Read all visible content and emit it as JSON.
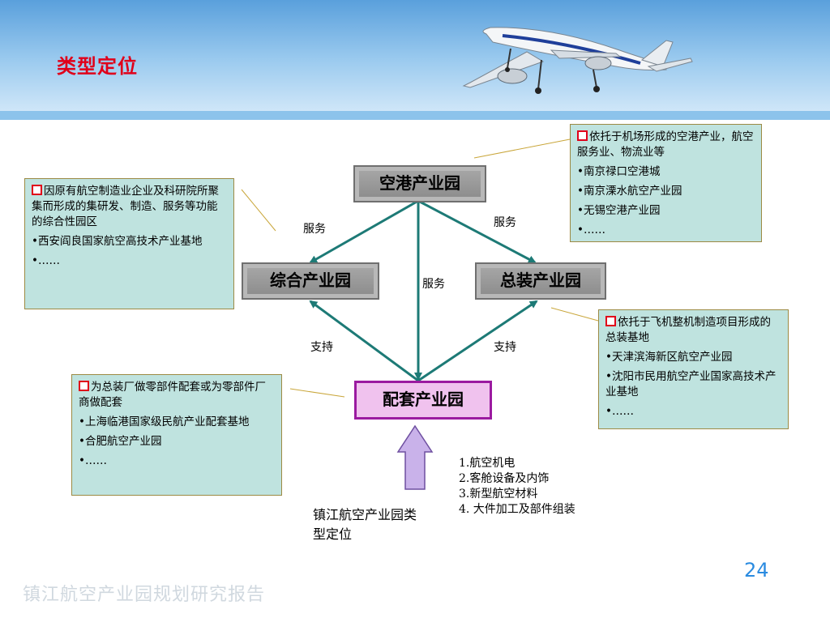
{
  "header": {
    "title": "类型定位"
  },
  "nodes": {
    "airport": "空港产业园",
    "comprehensive": "综合产业园",
    "assembly": "总装产业园",
    "supporting": "配套产业园"
  },
  "edge_labels": {
    "serve_left": "服务",
    "serve_right": "服务",
    "serve_center": "服务",
    "support_left": "支持",
    "support_right": "支持"
  },
  "info_boxes": {
    "airport": {
      "desc": "依托于机场形成的空港产业，航空服务业、物流业等",
      "items": [
        "•南京禄口空港城",
        "•南京溧水航空产业园",
        "•无锡空港产业园",
        "•……"
      ]
    },
    "comprehensive": {
      "desc": "因原有航空制造业企业及科研院所聚集而形成的集研发、制造、服务等功能的综合性园区",
      "items": [
        "•西安阎良国家航空高技术产业基地",
        "•……"
      ]
    },
    "assembly": {
      "desc": "依托于飞机整机制造项目形成的总装基地",
      "items": [
        "•天津滨海新区航空产业园",
        "•沈阳市民用航空产业国家高技术产业基地",
        "•……"
      ]
    },
    "supporting": {
      "desc": "为总装厂做零部件配套或为零部件厂商做配套",
      "items": [
        "•上海临港国家级民航产业配套基地",
        "•合肥航空产业园",
        "•……"
      ]
    }
  },
  "zhenjiang": {
    "caption": "镇江航空产业园类型定位",
    "list": [
      "1.航空机电",
      "2.客舱设备及内饰",
      "3.新型航空材料",
      "4. 大件加工及部件组装"
    ]
  },
  "page_number": "24",
  "footer": "镇江航空产业园规划研究报告",
  "colors": {
    "title": "#e0001a",
    "arrow": "#1d7a76",
    "box_bg": "#bfe3df",
    "page_number": "#2a8be0"
  }
}
